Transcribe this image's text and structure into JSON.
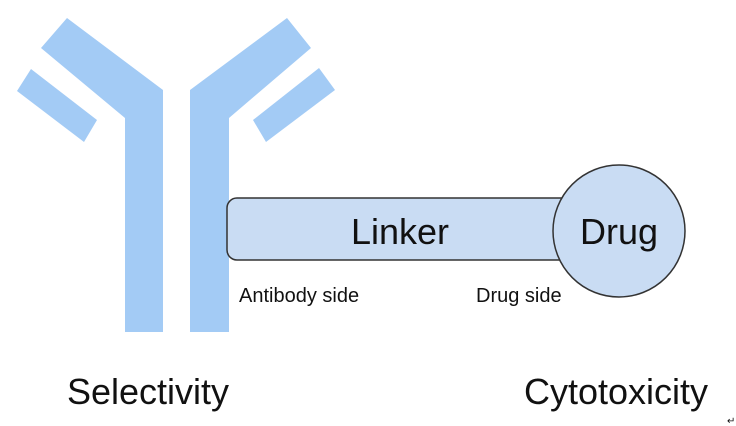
{
  "diagram": {
    "linker_label": "Linker",
    "drug_label": "Drug",
    "antibody_side_label": "Antibody side",
    "drug_side_label": "Drug side",
    "selectivity_label": "Selectivity",
    "cytotoxicity_label": "Cytotoxicity",
    "corner_mark": "↵"
  },
  "colors": {
    "antibody": "#a3cbf5",
    "linker_fill": "#c9dcf3",
    "drug_fill": "#c9dcf3",
    "outline": "#333333",
    "text": "#111111"
  }
}
